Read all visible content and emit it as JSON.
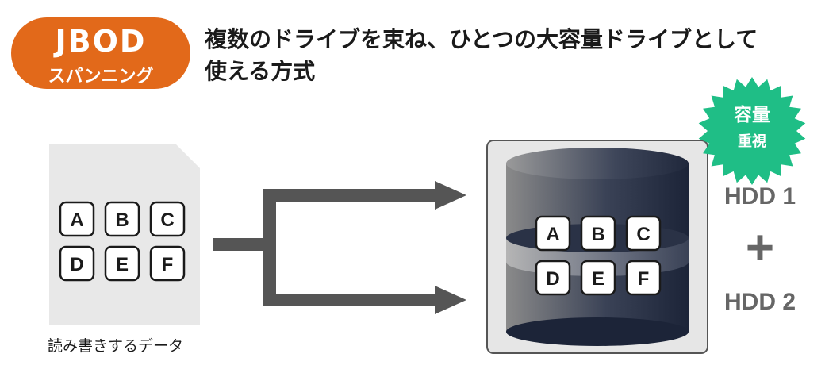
{
  "badge": {
    "title": "JBOD",
    "subtitle": "スパンニング"
  },
  "description": {
    "line1": "複数のドライブを束ね、ひとつの大容量ドライブとして",
    "line2": "使える方式"
  },
  "data_tiles": [
    "A",
    "B",
    "C",
    "D",
    "E",
    "F"
  ],
  "data_caption": "読み書きするデータ",
  "burst": {
    "line1": "容量",
    "line2": "重視",
    "color": "#1fbe86"
  },
  "drives": {
    "hdd1": "HDD 1",
    "plus": "+",
    "hdd2": "HDD 2"
  },
  "colors": {
    "badge": "#e2691a",
    "arrow": "#555555",
    "document": "#e8e8e8",
    "disk_dark": "#1c2438"
  }
}
